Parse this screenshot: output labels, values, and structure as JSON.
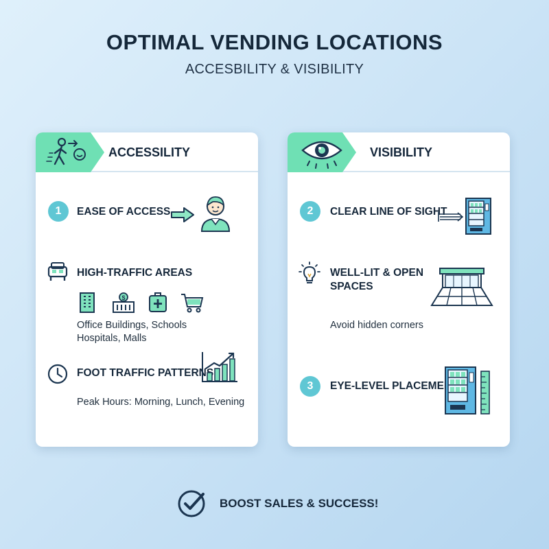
{
  "header": {
    "title": "OPTIMAL VENDING LOCATIONS",
    "subtitle": "ACCESBILITY & VISIBILITY"
  },
  "left_card": {
    "title": "ACCESSILITY",
    "items": [
      {
        "badge": "1",
        "label": "EASE OF ACCESS"
      },
      {
        "label": "HIGH-TRAFFIC AREAS",
        "detail_line1": "Office Buildings, Schools",
        "detail_line2": "Hospitals, Malls"
      },
      {
        "label": "FOOT TRAFFIC PATTERNS",
        "detail": "Peak Hours: Morning, Lunch, Evening"
      }
    ]
  },
  "right_card": {
    "title": "VISIBILITY",
    "items": [
      {
        "badge": "2",
        "label": "CLEAR LINE OF SIGHT"
      },
      {
        "label_line1": "WELL-LIT & OPEN",
        "label_line2": "SPACES",
        "detail": "Avoid hidden corners"
      },
      {
        "badge": "3",
        "label": "EYE-LEVEL PLACEMENT"
      }
    ]
  },
  "footer": {
    "text": "BOOST SALES & SUCCESS!"
  },
  "colors": {
    "accent_green": "#6fe0b4",
    "badge_teal": "#5fc7d4",
    "icon_dark": "#1b3550",
    "background": "#cfe6f7"
  },
  "icons": [
    "walking-person-icon",
    "person-icon",
    "arrow-right-icon",
    "building-icon",
    "school-icon",
    "hospital-icon",
    "cart-icon",
    "clock-icon",
    "growth-chart-icon",
    "eye-icon",
    "lightbulb-icon",
    "vending-machine-icon",
    "open-space-icon",
    "ruler-icon",
    "check-circle-icon"
  ]
}
